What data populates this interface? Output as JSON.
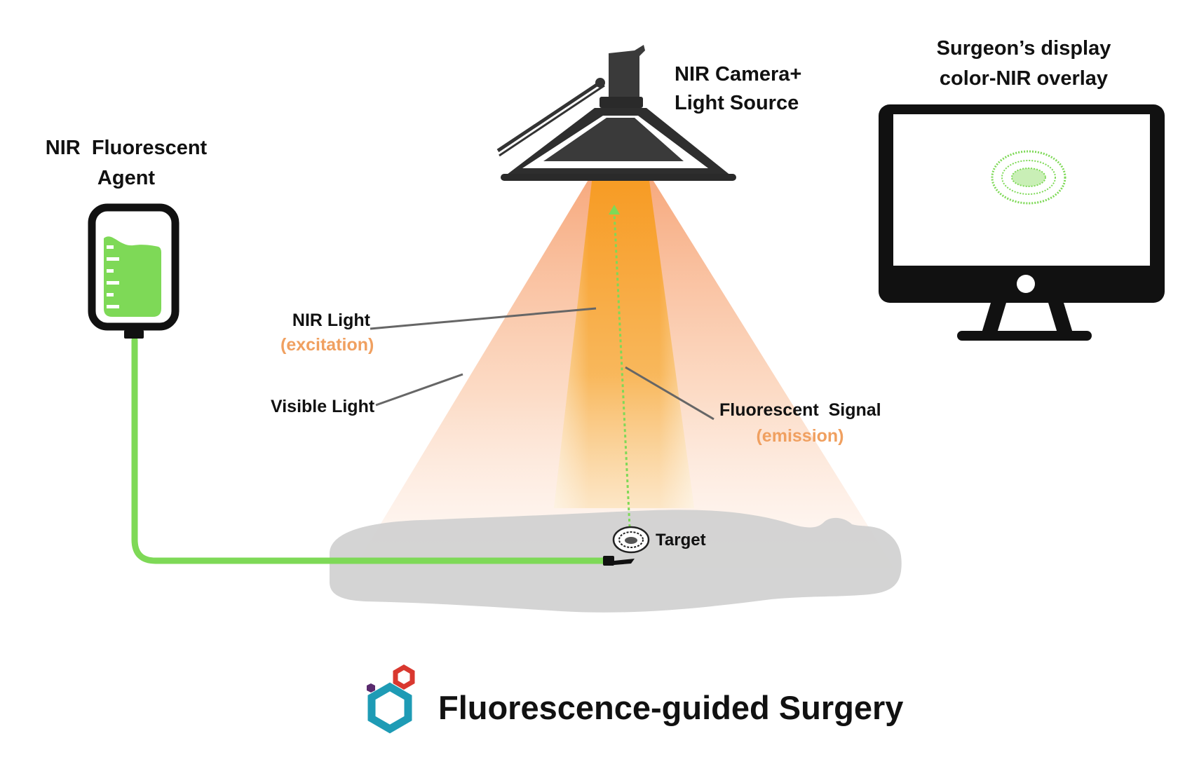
{
  "labels": {
    "agent_line1": "NIR  Fluorescent",
    "agent_line2": "Agent",
    "camera_line1": "NIR Camera+",
    "camera_line2": "Light Source",
    "display_line1": "Surgeon’s display",
    "display_line2": "color-NIR overlay",
    "nir_light": "NIR Light",
    "nir_light_sub": "(excitation)",
    "visible_light": "Visible Light",
    "signal": "Fluorescent  Signal",
    "signal_sub": "(emission)",
    "target": "Target",
    "title": "Fluorescence-guided Surgery"
  },
  "icons": {
    "bag": "iv-bag-icon",
    "lamp": "surgical-lamp-icon",
    "monitor": "monitor-icon",
    "patient": "patient-silhouette-icon",
    "target": "tumor-target-icon",
    "logo": "hexagon-logo-icon"
  },
  "colors": {
    "agent_green": "#7ed957",
    "light_orange": "#f7a23a",
    "cone_peach": "#fbd9c4",
    "annotation_orange": "#f0a060",
    "line_gray": "#666666",
    "logo_teal": "#1e9bb5",
    "logo_red": "#d9382f",
    "logo_purple": "#5a2a6e"
  }
}
